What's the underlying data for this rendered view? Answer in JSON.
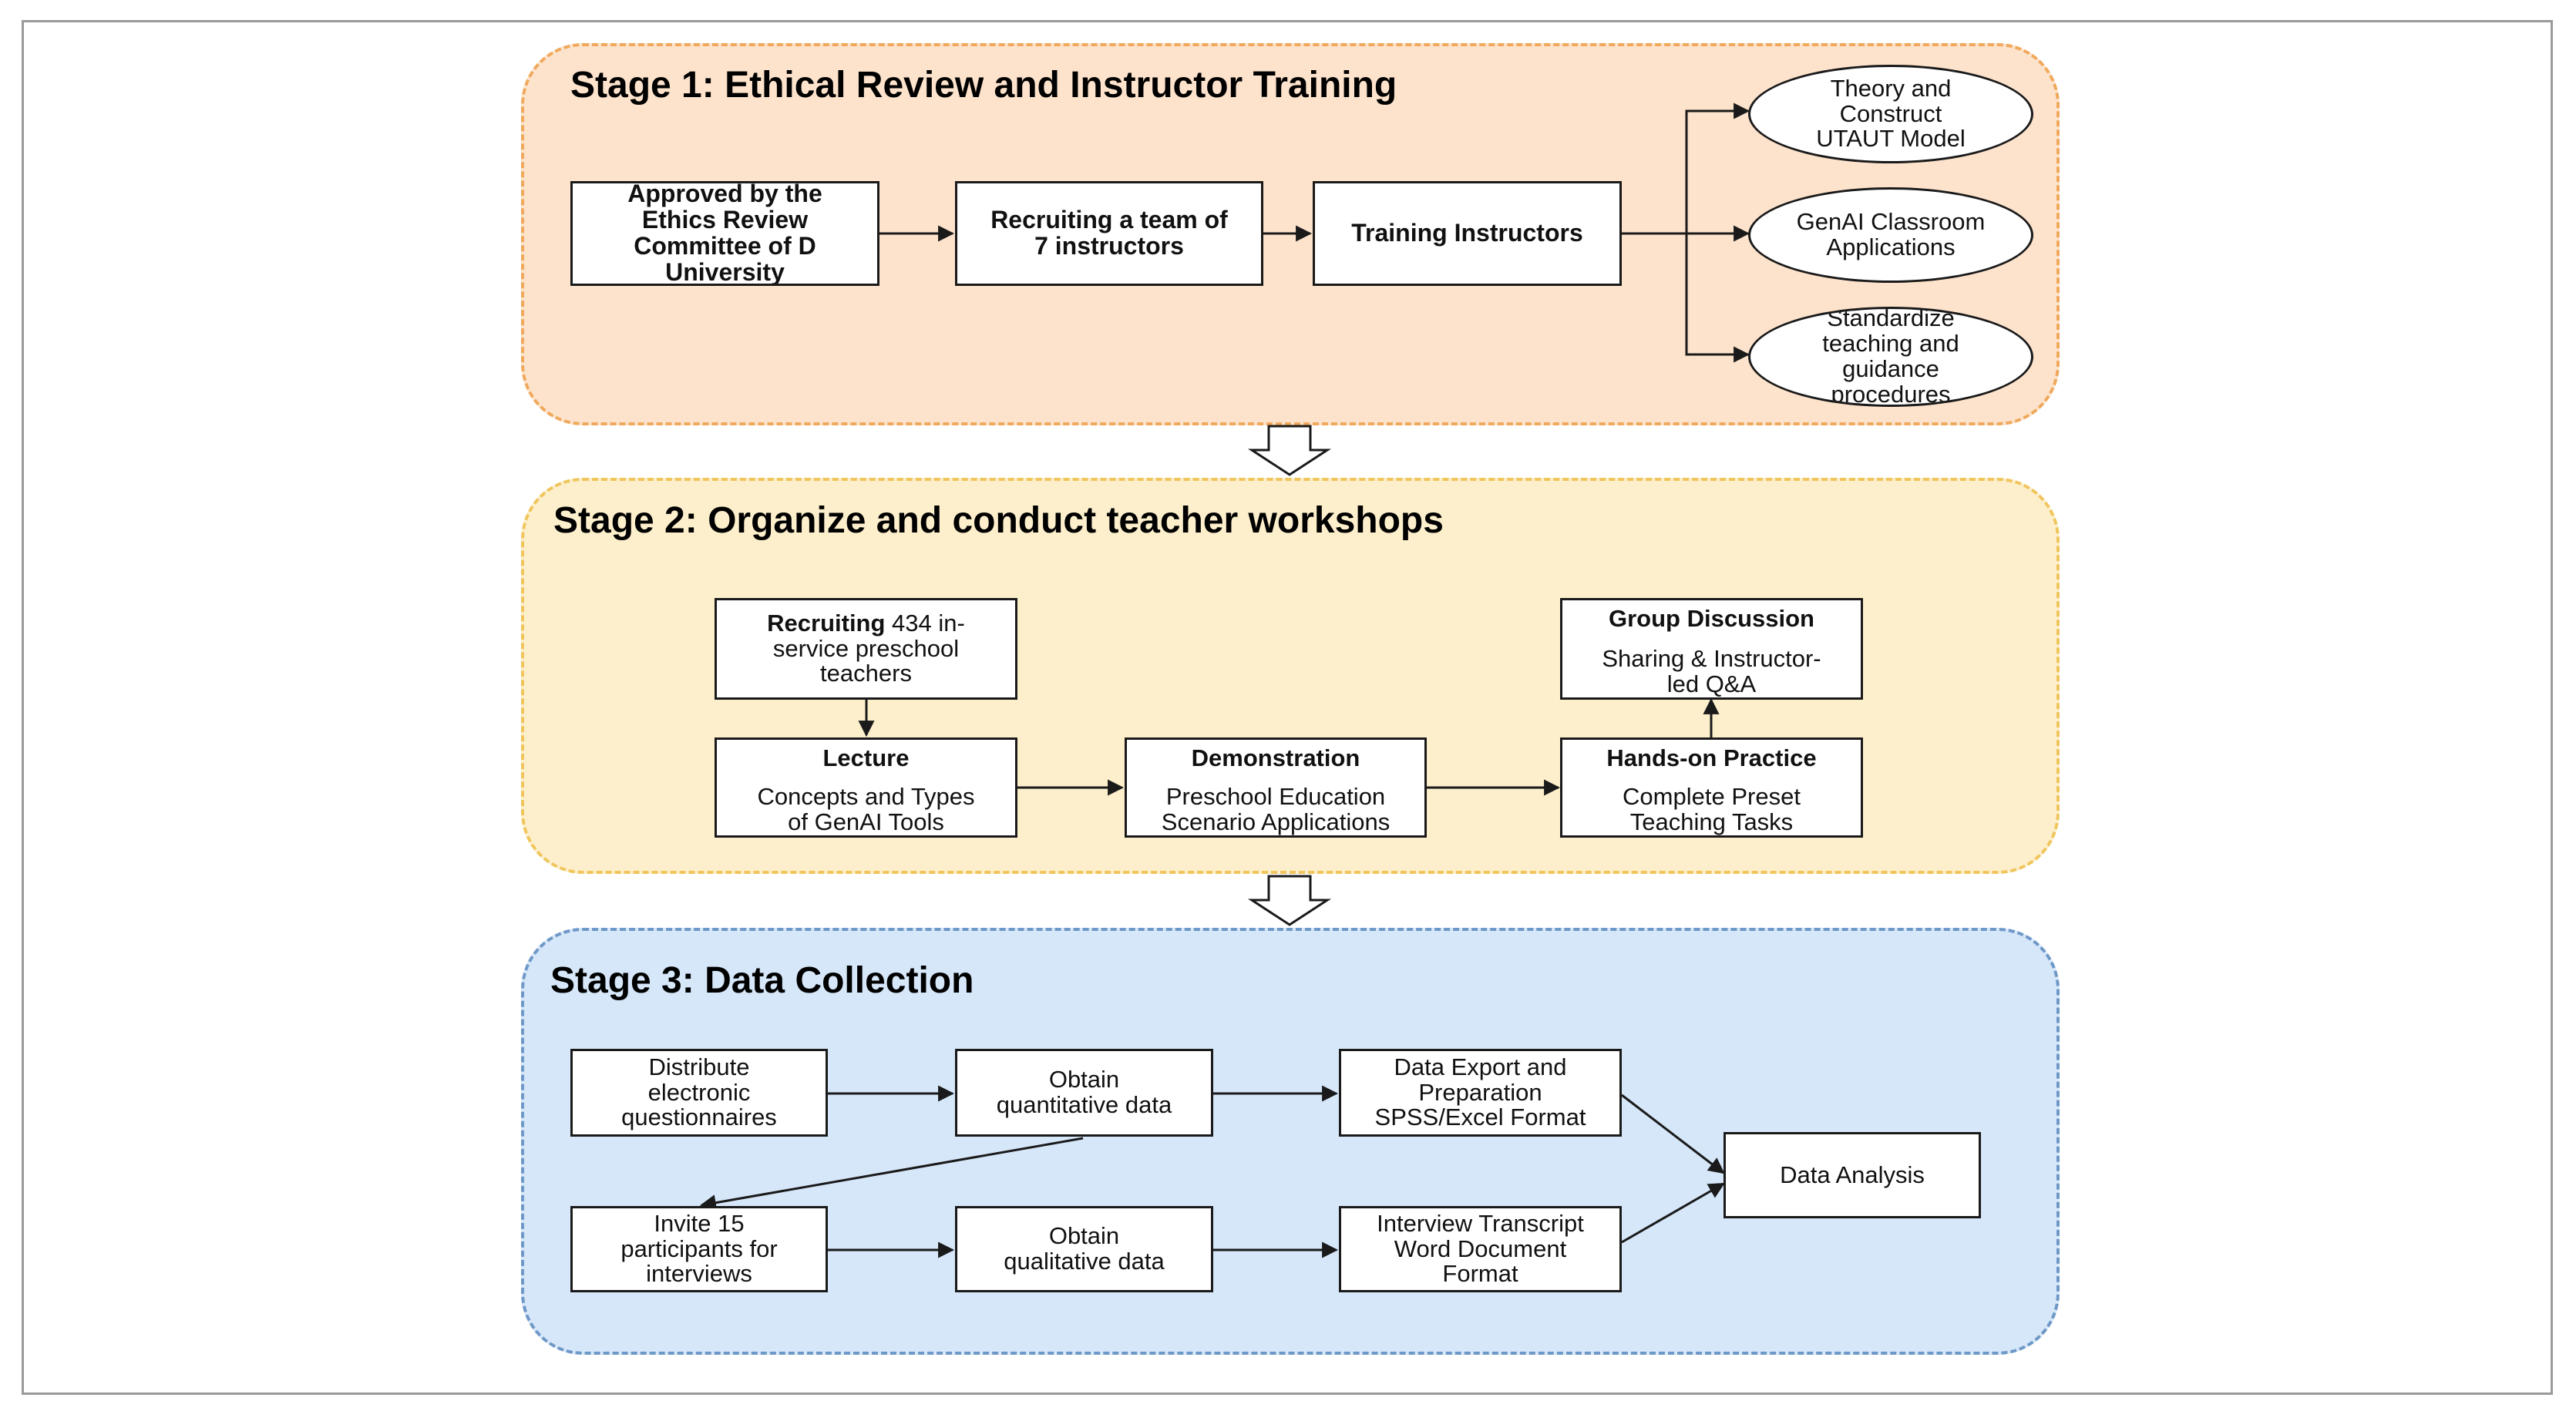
{
  "colors": {
    "stage1_fill": "#fde3cc",
    "stage1_border": "#f0a95c",
    "stage2_fill": "#fdefcc",
    "stage2_border": "#f0c65c",
    "stage3_fill": "#d6e7f9",
    "stage3_border": "#6e98c8",
    "line": "#1a1a1a"
  },
  "stage1": {
    "title": "Stage 1: Ethical Review and Instructor Training",
    "approved": [
      "Approved by the",
      "Ethics Review",
      "Committee of D",
      "University"
    ],
    "recruit_team": [
      "Recruiting a team of",
      "7 instructors"
    ],
    "training": "Training Instructors",
    "theory": [
      "Theory and",
      "Construct",
      "UTAUT Model"
    ],
    "genai_apps": [
      "GenAI Classroom",
      "Applications"
    ],
    "standardize": [
      "Standardize",
      "teaching and",
      "guidance",
      "procedures"
    ]
  },
  "stage2": {
    "title": "Stage 2: Organize and conduct teacher workshops",
    "recruit_bold": "Recruiting",
    "recruit_rest": " 434 in-",
    "recruit_lines": [
      "service preschool",
      "teachers"
    ],
    "lecture_title": "Lecture",
    "lecture_body": [
      "Concepts and Types",
      "of GenAI Tools"
    ],
    "demo_title": "Demonstration",
    "demo_body": [
      "Preschool Education",
      "Scenario Applications"
    ],
    "hands_title": "Hands-on Practice",
    "hands_body": [
      "Complete Preset",
      "Teaching Tasks"
    ],
    "group_title": "Group Discussion",
    "group_body": [
      "Sharing & Instructor-",
      "led Q&A"
    ]
  },
  "stage3": {
    "title": "Stage 3: Data Collection",
    "distribute": [
      "Distribute",
      "electronic",
      "questionnaires"
    ],
    "obtain_quant": [
      "Obtain",
      "quantitative data"
    ],
    "export": [
      "Data Export and",
      "Preparation",
      "SPSS/Excel Format"
    ],
    "invite": [
      "Invite 15",
      "participants for",
      "interviews"
    ],
    "obtain_qual": [
      "Obtain",
      "qualitative data"
    ],
    "transcript": [
      "Interview Transcript",
      "Word Document",
      "Format"
    ],
    "analysis": "Data Analysis"
  }
}
